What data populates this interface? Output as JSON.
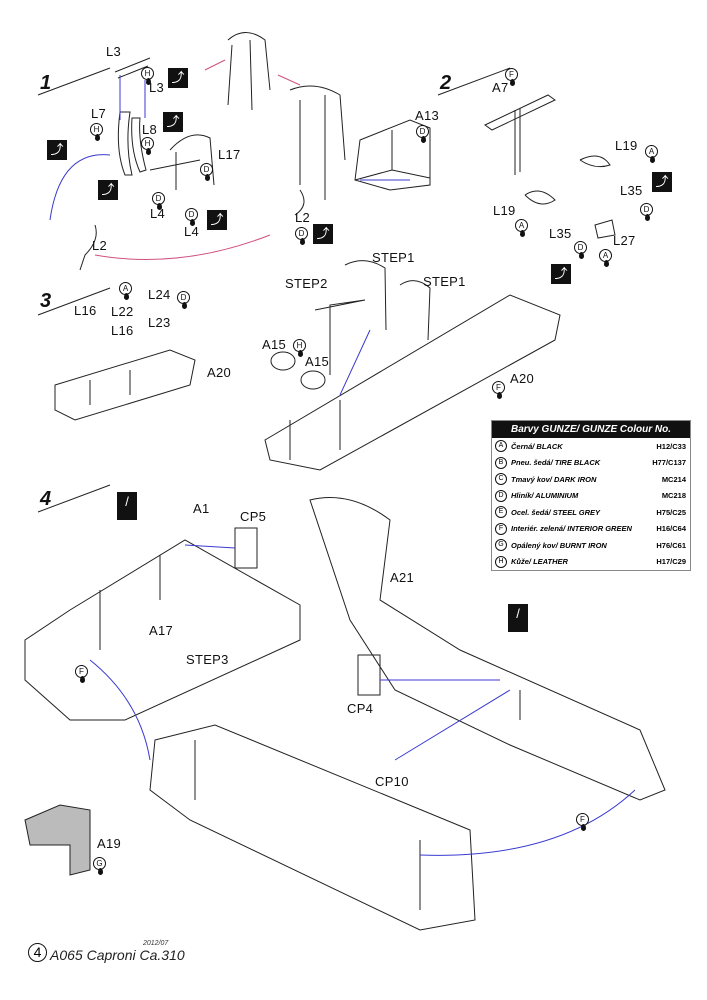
{
  "steps": [
    "1",
    "2",
    "3",
    "4"
  ],
  "labels": {
    "s1": [
      "L3",
      "L3",
      "L7",
      "L8",
      "L17",
      "L4",
      "L4",
      "L2",
      "L2",
      "A13"
    ],
    "s2": [
      "A7",
      "L19",
      "L19",
      "L35",
      "L35",
      "L27"
    ],
    "s3": [
      "L24",
      "L16",
      "L22",
      "L16",
      "L23",
      "A20",
      "STEP2",
      "STEP1",
      "STEP1",
      "A15",
      "A15",
      "A20"
    ],
    "s4": [
      "A1",
      "CP5",
      "A17",
      "STEP3",
      "A21",
      "CP4",
      "CP10",
      "A19"
    ]
  },
  "colour_table": {
    "title": "Barvy GUNZE/ GUNZE Colour No.",
    "rows": [
      {
        "key": "A",
        "name": "Černá/ BLACK",
        "code": "H12/C33"
      },
      {
        "key": "B",
        "name": "Pneu. šedá/ TIRE BLACK",
        "code": "H77/C137"
      },
      {
        "key": "C",
        "name": "Tmavý kov/ DARK IRON",
        "code": "MC214"
      },
      {
        "key": "D",
        "name": "Hliník/ ALUMINIUM",
        "code": "MC218"
      },
      {
        "key": "E",
        "name": "Ocel. šedá/ STEEL GREY",
        "code": "H75/C25"
      },
      {
        "key": "F",
        "name": "Interiér. zelená/ INTERIOR GREEN",
        "code": "H16/C64"
      },
      {
        "key": "G",
        "name": "Opálený kov/ BURNT IRON",
        "code": "H76/C61"
      },
      {
        "key": "H",
        "name": "Kůže/ LEATHER",
        "code": "H17/C29"
      }
    ]
  },
  "footer": {
    "page": "4",
    "title": "A065 Caproni Ca.310",
    "date": "2012/07"
  },
  "colors": {
    "guide_line": "#3a3ad0",
    "curve_pink": "#d05080",
    "ink": "#111111"
  }
}
